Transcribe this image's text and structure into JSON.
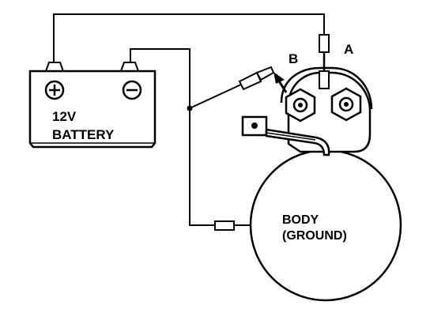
{
  "diagram": {
    "battery": {
      "label_line1": "12V",
      "label_line2": "BATTERY",
      "positive_symbol": "+",
      "negative_symbol": "−"
    },
    "terminals": {
      "a": "A",
      "b": "B"
    },
    "body": {
      "label_line1": "BODY",
      "label_line2": "(GROUND)"
    },
    "icons": [
      "plus-icon",
      "minus-icon",
      "arrow-icon"
    ]
  }
}
